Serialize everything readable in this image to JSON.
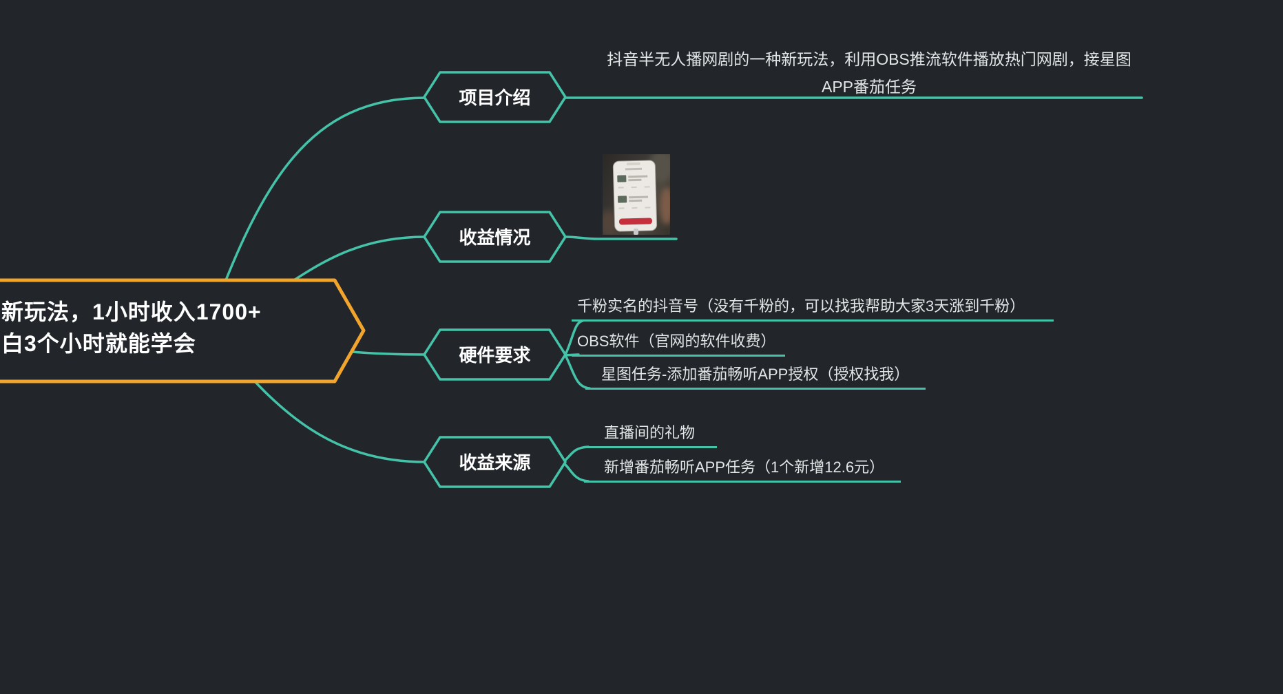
{
  "colors": {
    "background": "#22262b",
    "branch_accent": "#45c3a9",
    "root_accent": "#f2a52c",
    "node_text": "#ffffff",
    "leaf_text": "#e3e6e6",
    "photo_button_red": "#c5303c"
  },
  "root": {
    "line1": "新玩法，1小时收入1700+",
    "line2": "白3个小时就能学会"
  },
  "branches": [
    {
      "label": "项目介绍",
      "children": [
        {
          "text": "抖音半无人播网剧的一种新玩法，利用OBS推流软件播放热门网剧，接星图APP番茄任务"
        }
      ]
    },
    {
      "label": "收益情况",
      "children": [
        {
          "image": "phone-earnings-photo"
        }
      ]
    },
    {
      "label": "硬件要求",
      "children": [
        {
          "text": "千粉实名的抖音号（没有千粉的，可以找我帮助大家3天涨到千粉）"
        },
        {
          "text": "OBS软件（官网的软件收费）"
        },
        {
          "text": "星图任务-添加番茄畅听APP授权（授权找我）"
        }
      ]
    },
    {
      "label": "收益来源",
      "children": [
        {
          "text": "直播间的礼物"
        },
        {
          "text": "新增番茄畅听APP任务（1个新增12.6元）"
        }
      ]
    }
  ]
}
